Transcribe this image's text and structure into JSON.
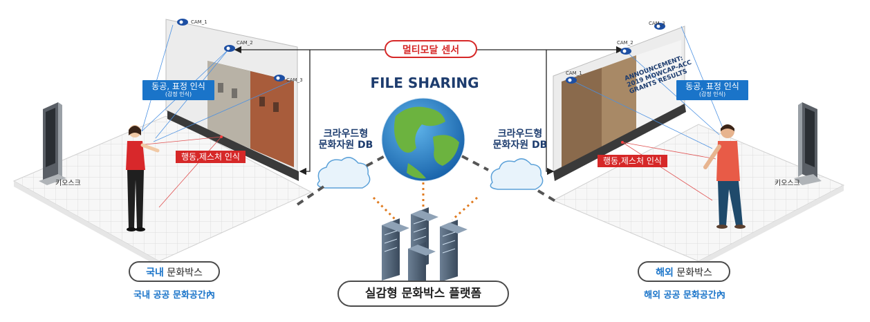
{
  "sensor_label": "멀티모달 센서",
  "file_sharing": "FILE SHARING",
  "cloud_db": "크라우드형\n문화자원 DB",
  "platform_label": "실감형 문화박스 플랫폼",
  "face_recognition": {
    "main": "동공, 표정 인식",
    "sub": "(감정 인식)"
  },
  "gesture_recognition": "행동,제스처 인식",
  "kiosk": "키오스크",
  "cams": {
    "cam1": "CAM_1",
    "cam2": "CAM_2",
    "cam3": "CAM_3"
  },
  "domestic": {
    "prefix": "국내",
    "suffix": " 문화박스",
    "caption": "국내 공공 문화공간內"
  },
  "overseas": {
    "prefix": "해외",
    "suffix": " 문화박스",
    "caption": "해외 공공 문화공간內"
  },
  "screen_text": "ANNOUNCEMENT:\n2019 MOWCAP-ACC\nGRANTS RESULTS",
  "colors": {
    "accent_blue": "#1a74c9",
    "accent_red": "#d62828",
    "navy": "#1d3c6e"
  }
}
